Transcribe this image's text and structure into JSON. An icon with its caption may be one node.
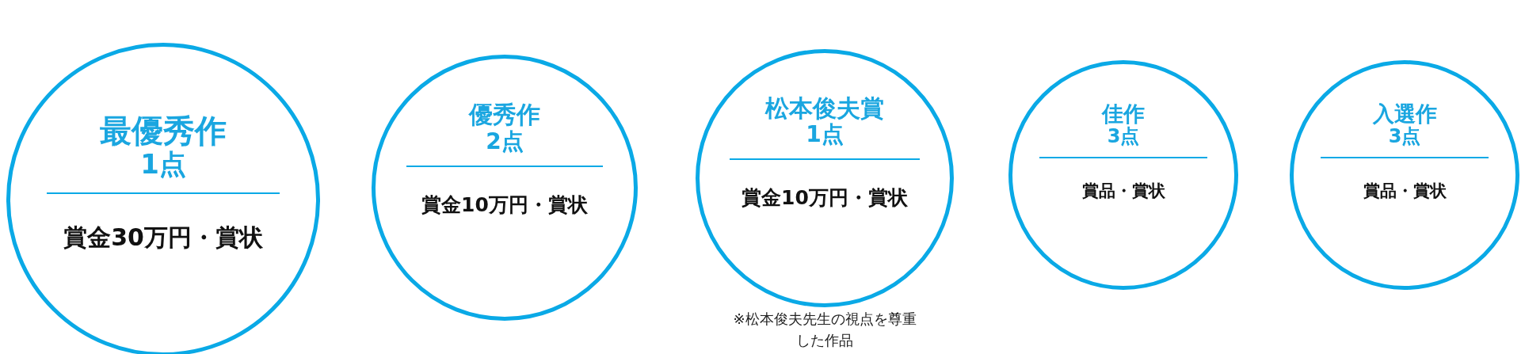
{
  "diagram": {
    "nodes": [
      {
        "text": [
          "最優秀作",
          "1点",
          "賞金30万円・賞状"
        ]
      },
      {
        "text": [
          "優秀作",
          "2点",
          "賞金10万円・賞状"
        ]
      },
      {
        "text": [
          "松本俊夫賞",
          "1点",
          "賞金10万円・賞状"
        ],
        "beside": [
          "※松本俊夫先生の視点を尊重した作品"
        ]
      },
      {
        "text": [
          "佳作",
          "3点",
          "賞品・賞状"
        ]
      },
      {
        "text": [
          "入選作",
          "3点",
          "賞品・賞状"
        ]
      }
    ],
    "edges": []
  }
}
